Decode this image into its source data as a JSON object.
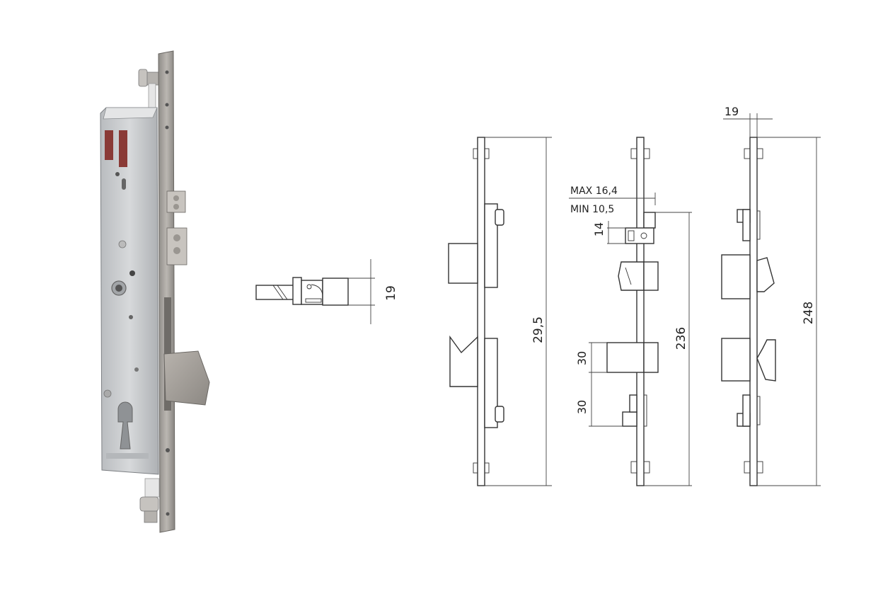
{
  "dimensions": {
    "latch_height": "19",
    "front_height": "29,5",
    "backset_max": "MAX 16,4",
    "backset_min": "MIN 10,5",
    "roller_offset": "14",
    "bolt_height_upper": "30",
    "bolt_height_lower": "30",
    "body_height": "236",
    "overall_height": "248",
    "faceplate_width": "19"
  },
  "colors": {
    "line": "#333333",
    "body_metal": "#c9ccce",
    "faceplate_metal": "#a9a6a2",
    "red_window": "#8a3a36"
  }
}
